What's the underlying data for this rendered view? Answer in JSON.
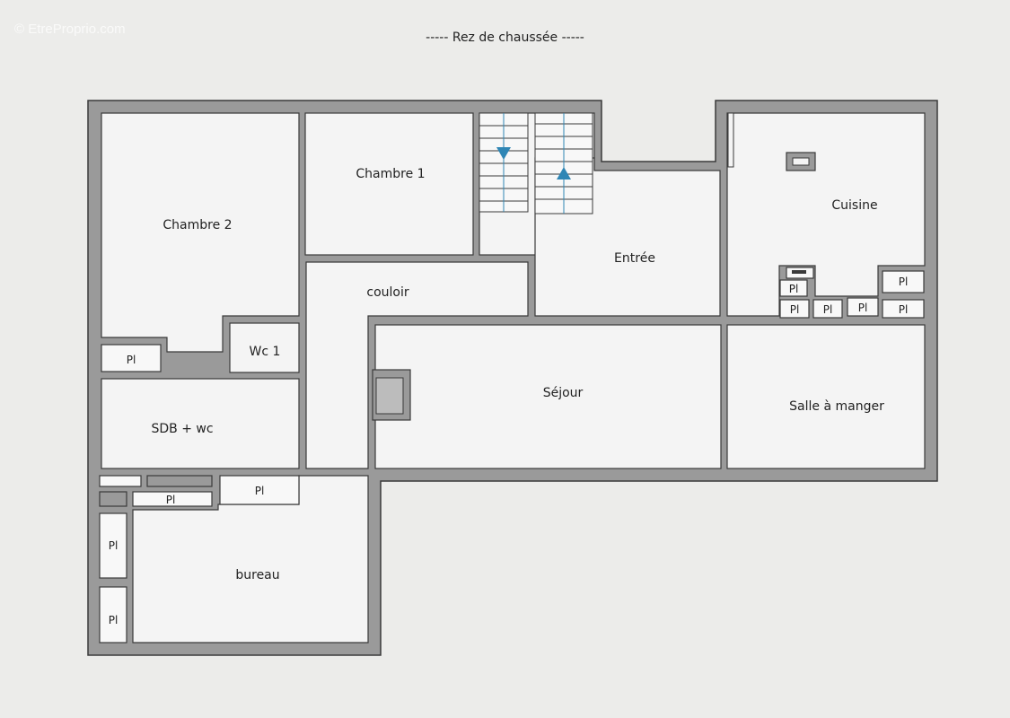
{
  "watermark": "© EtreProprio.com",
  "title": "-----  Rez de chaussée  -----",
  "rooms": {
    "chambre2": "Chambre 2",
    "chambre1": "Chambre 1",
    "couloir": "couloir",
    "entree": "Entrée",
    "cuisine": "Cuisine",
    "wc1": "Wc 1",
    "sdb": "SDB + wc",
    "sejour": "Séjour",
    "salle": "Salle à manger",
    "bureau": "bureau"
  },
  "closet_label": "Pl",
  "colors": {
    "wall": "#9a9a9a",
    "wall_outline": "#3a3a3a",
    "floor": "#f4f4f4",
    "arrow": "#2f86b5",
    "background": "#ececea"
  },
  "icons": [
    "stair-down-arrow-icon",
    "stair-up-arrow-icon",
    "chimney-icon",
    "stove-icon"
  ]
}
